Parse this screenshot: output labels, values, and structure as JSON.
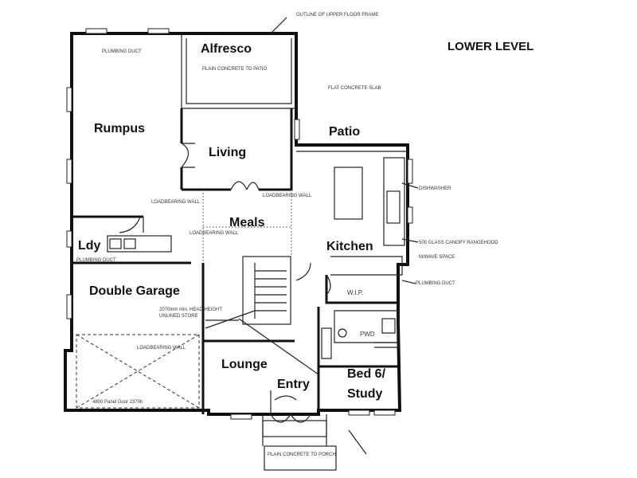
{
  "plan": {
    "title": "LOWER LEVEL",
    "rooms": {
      "alfresco": "Alfresco",
      "rumpus": "Rumpus",
      "patio": "Patio",
      "living": "Living",
      "meals": "Meals",
      "kitchen": "Kitchen",
      "laundry": "Ldy",
      "double_garage": "Double Garage",
      "lounge": "Lounge",
      "entry": "Entry",
      "bed6_line1": "Bed 6/",
      "bed6_line2": "Study"
    },
    "annotations": {
      "outline_upper": "OUTLINE OF UPPER FLOOR FRAME",
      "plumbing_duct_1": "PLUMBING DUCT",
      "plumbing_duct_2": "PLUMBING DUCT",
      "plumbing_duct_3": "PLUMBING DUCT",
      "loadbearing_1": "LOADBEARING WALL",
      "loadbearing_2": "LOADBEARING WALL",
      "loadbearing_3": "LOADBEARING WALL",
      "loadbearing_4": "LOADBEARING WALL",
      "wip": "W.I.P.",
      "pwd": "PWD",
      "dishwasher": "DISHWASHER",
      "canopy": "500 GLASS CANOPY RANGEHOOD",
      "microwave": "M/WAVE SPACE",
      "panel_door": "4800 Panel Door 2370h",
      "unlined": "UNLINED STORE",
      "head_height": "2070mm min. HEAD HEIGHT",
      "slab_patio": "FLAT CONCRETE SLAB",
      "slab_alfresco": "PLAIN CONCRETE TO PATIO",
      "slab_porch": "PLAIN CONCRETE TO PORCH"
    }
  }
}
